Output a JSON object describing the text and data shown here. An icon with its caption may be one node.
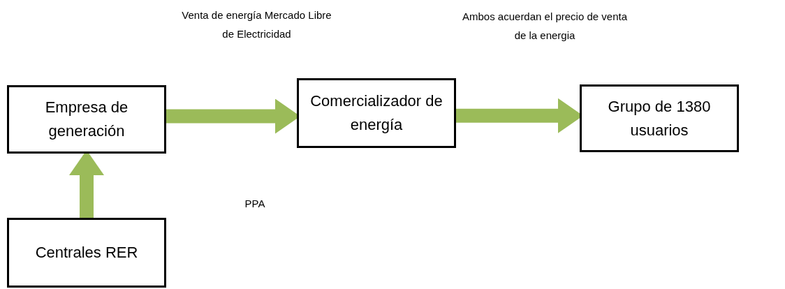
{
  "diagram": {
    "nodes": [
      {
        "text": [
          "Empresa de generación"
        ]
      },
      {
        "text": [
          "Comercializador de energía"
        ]
      },
      {
        "text": [
          "Grupo de 1380 usuarios"
        ]
      },
      {
        "text": [
          "Centrales RER"
        ]
      }
    ],
    "edges": [
      {
        "from": 0,
        "to": 1,
        "arrow": "to"
      },
      {
        "from": 1,
        "to": 2,
        "arrow": "to"
      },
      {
        "from": 3,
        "to": 0,
        "arrow": "to"
      }
    ],
    "labels": [
      "Venta de energía Mercado Libre de Electricidad",
      "Ambos acuerdan el precio de venta de la energia",
      "PPA"
    ]
  }
}
